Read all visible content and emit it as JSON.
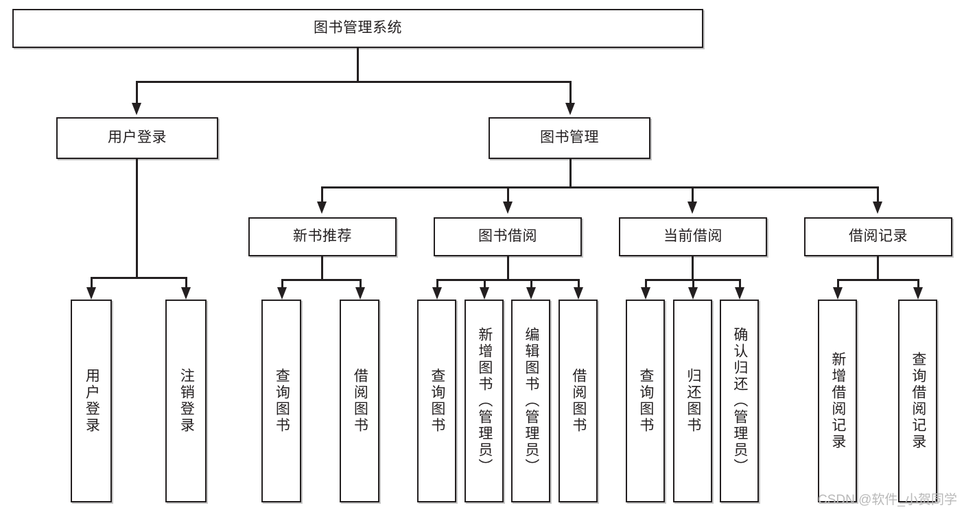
{
  "diagram": {
    "type": "tree",
    "title": "图书管理系统",
    "watermark": "CSDN @软件_小贺同学",
    "levels": [
      {
        "level": 1,
        "nodes": [
          {
            "id": "root",
            "label": "图书管理系统",
            "orientation": "horizontal"
          }
        ]
      },
      {
        "level": 2,
        "nodes": [
          {
            "id": "login",
            "label": "用户登录",
            "orientation": "horizontal",
            "parent": "root"
          },
          {
            "id": "bookmgmt",
            "label": "图书管理",
            "orientation": "horizontal",
            "parent": "root"
          }
        ]
      },
      {
        "level": 3,
        "nodes": [
          {
            "id": "newbook",
            "label": "新书推荐",
            "orientation": "horizontal",
            "parent": "bookmgmt"
          },
          {
            "id": "borrow",
            "label": "图书借阅",
            "orientation": "horizontal",
            "parent": "bookmgmt"
          },
          {
            "id": "current",
            "label": "当前借阅",
            "orientation": "horizontal",
            "parent": "bookmgmt"
          },
          {
            "id": "records",
            "label": "借阅记录",
            "orientation": "horizontal",
            "parent": "bookmgmt"
          }
        ]
      },
      {
        "level": 4,
        "nodes": [
          {
            "id": "leaf1",
            "label": "用户登录",
            "orientation": "vertical",
            "parent": "login"
          },
          {
            "id": "leaf2",
            "label": "注销登录",
            "orientation": "vertical",
            "parent": "login"
          },
          {
            "id": "leaf3",
            "label": "查询图书",
            "orientation": "vertical",
            "parent": "newbook"
          },
          {
            "id": "leaf4",
            "label": "借阅图书",
            "orientation": "vertical",
            "parent": "newbook"
          },
          {
            "id": "leaf5",
            "label": "查询图书",
            "orientation": "vertical",
            "parent": "borrow"
          },
          {
            "id": "leaf6",
            "label": "新增图书（管理员）",
            "orientation": "vertical",
            "parent": "borrow"
          },
          {
            "id": "leaf7",
            "label": "编辑图书（管理员）",
            "orientation": "vertical",
            "parent": "borrow"
          },
          {
            "id": "leaf8",
            "label": "借阅图书",
            "orientation": "vertical",
            "parent": "borrow"
          },
          {
            "id": "leaf9",
            "label": "查询图书",
            "orientation": "vertical",
            "parent": "current"
          },
          {
            "id": "leaf10",
            "label": "归还图书",
            "orientation": "vertical",
            "parent": "current"
          },
          {
            "id": "leaf11",
            "label": "确认归还（管理员）",
            "orientation": "vertical",
            "parent": "current"
          },
          {
            "id": "leaf12",
            "label": "新增借阅记录",
            "orientation": "vertical",
            "parent": "records"
          },
          {
            "id": "leaf13",
            "label": "查询借阅记录",
            "orientation": "vertical",
            "parent": "records"
          }
        ]
      }
    ],
    "colors": {
      "stroke": "#231f20",
      "fill": "#ffffff",
      "watermark": "#b9b9b9"
    }
  }
}
